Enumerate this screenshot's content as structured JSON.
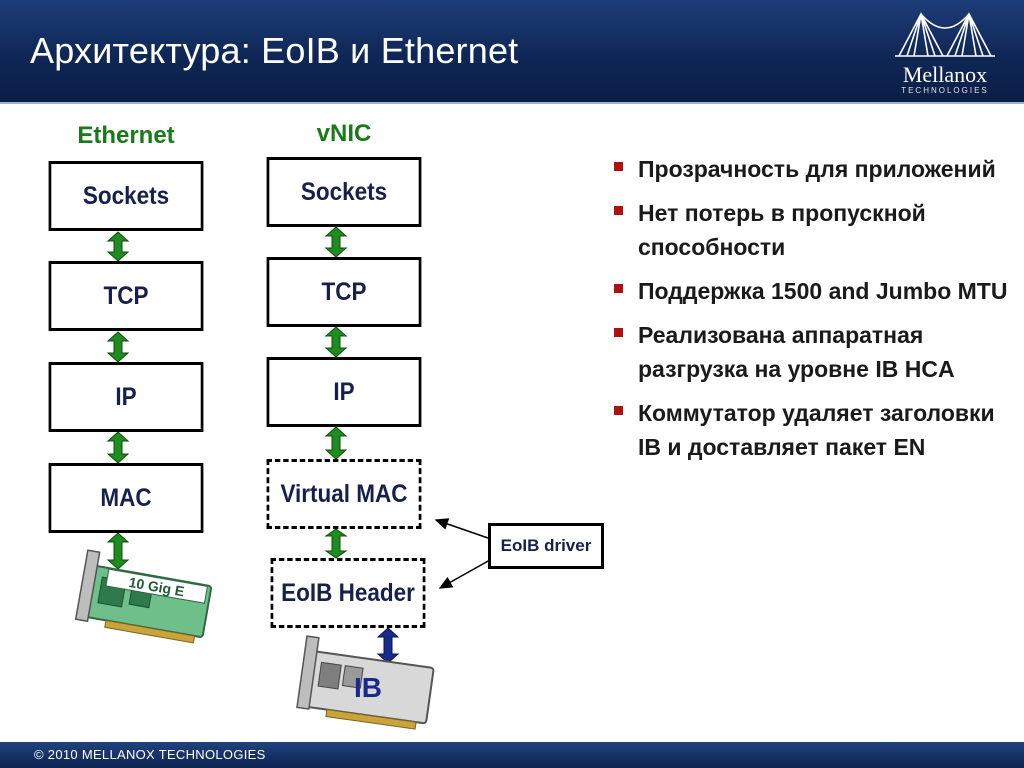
{
  "header": {
    "title": "Архитектура: EoIB и Ethernet",
    "logo_name": "Mellanox",
    "logo_sub": "TECHNOLOGIES"
  },
  "colors": {
    "header_bg": "#0f2756",
    "column_heading": "#1a7a1a",
    "green_arrow": "#1e8c1e",
    "blue_arrow": "#1a2a8c",
    "bullet_marker": "#b01010",
    "box_text": "#17204d"
  },
  "diagram": {
    "ethernet": {
      "heading": "Ethernet",
      "layers": [
        "Sockets",
        "TCP",
        "IP",
        "MAC"
      ],
      "nic_label": "10 Gig E"
    },
    "vnic": {
      "heading": "vNIC",
      "layers": [
        "Sockets",
        "TCP",
        "IP",
        "Virtual MAC",
        "EoIB Header"
      ],
      "nic_label": "IB"
    },
    "driver_label": "EoIB driver"
  },
  "bullets": [
    "Прозрачность для приложений",
    "Нет потерь в пропускной способности",
    "Поддержка 1500 and Jumbo MTU",
    "Реализована аппаратная разгрузка на уровне IB HCA",
    "Коммутатор удаляет заголовки IB и доставляет пакет EN"
  ],
  "footer": {
    "text": "© 2010  MELLANOX TECHNOLOGIES"
  }
}
